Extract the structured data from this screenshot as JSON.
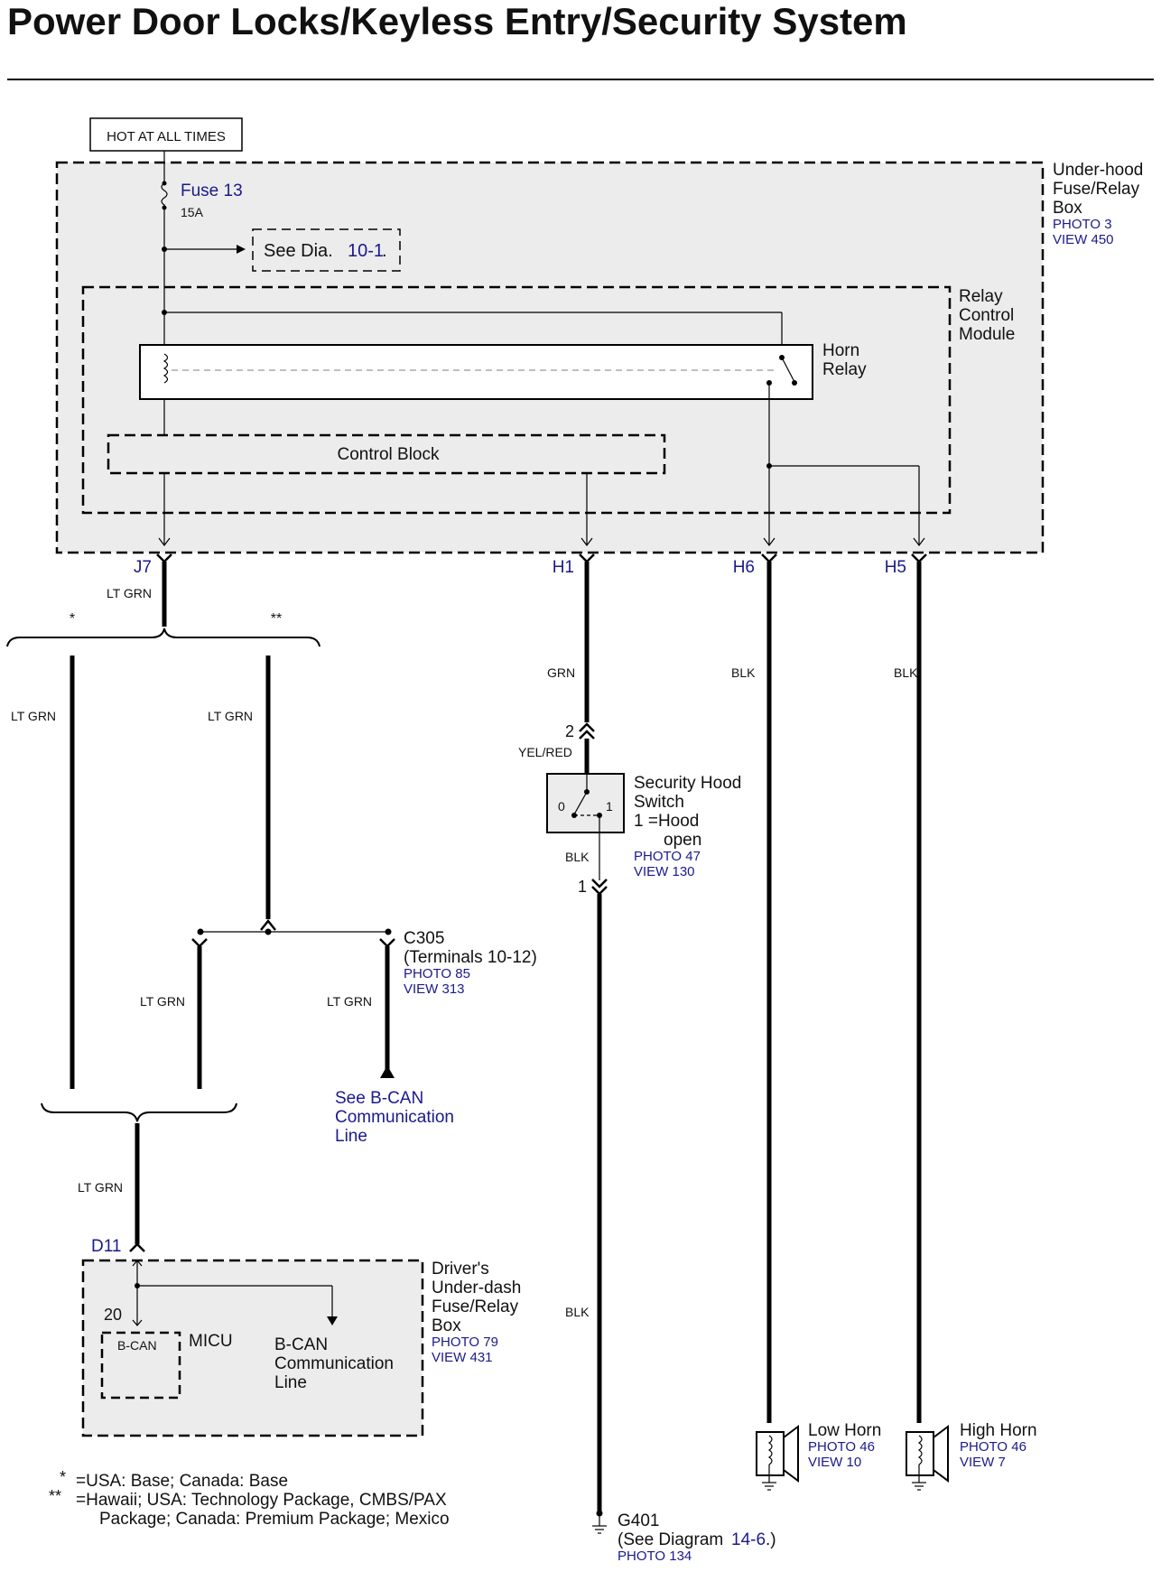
{
  "title": "Power Door Locks/Keyless Entry/Security System",
  "colors": {
    "link": "#1a1a8c",
    "module_fill": "#ececec"
  },
  "labels": {
    "hot": "HOT AT ALL TIMES",
    "fuse": "Fuse 13",
    "fuse_amps": "15A",
    "see_dia": "See  Dia.",
    "see_dia_num": "10-1",
    "uh_box": [
      "Under-hood",
      "Fuse/Relay",
      "Box"
    ],
    "uh_photo": "PHOTO 3",
    "uh_view": "VIEW 450",
    "rcm": [
      "Relay",
      "Control",
      "Module"
    ],
    "horn_relay": [
      "Horn",
      "Relay"
    ],
    "control_block": "Control Block",
    "j7": "J7",
    "h1": "H1",
    "h6": "H6",
    "h5": "H5",
    "ltgrn": "LT GRN",
    "grn": "GRN",
    "blk": "BLK",
    "yelred": "YEL/RED",
    "star1": "*",
    "star2": "**",
    "pin2": "2",
    "pin1": "1",
    "sw0": "0",
    "sw1": "1",
    "hood_switch": [
      "Security Hood",
      "Switch",
      "1 =Hood",
      "open"
    ],
    "hood_photo": "PHOTO 47",
    "hood_view": "VIEW 130",
    "c305": [
      "C305",
      "(Terminals 10-12)"
    ],
    "c305_photo": "PHOTO 85",
    "c305_view": "VIEW 313",
    "see_bcan": [
      "See B-CAN",
      "Communication",
      "Line"
    ],
    "d11": "D11",
    "pin20": "20",
    "bcan": "B-CAN",
    "micu": "MICU",
    "bcan_line": [
      "B-CAN",
      "Communication",
      "Line"
    ],
    "driver_box": [
      "Driver's",
      "Under-dash",
      "Fuse/Relay",
      "Box"
    ],
    "driver_photo": "PHOTO 79",
    "driver_view": "VIEW 431",
    "low_horn": "Low Horn",
    "low_photo": "PHOTO 46",
    "low_view": "VIEW 10",
    "high_horn": "High Horn",
    "high_photo": "PHOTO 46",
    "high_view": "VIEW 7",
    "g401": "G401",
    "g401_see": "(See Diagram",
    "g401_num": "14-6",
    "g401_end": ".)",
    "g401_photo": "PHOTO 134",
    "note1_mark": "*",
    "note1": "=USA: Base; Canada: Base",
    "note2_mark": "**",
    "note2a": "=Hawaii; USA: Technology Package, CMBS/PAX",
    "note2b": "Package; Canada: Premium Package; Mexico"
  }
}
